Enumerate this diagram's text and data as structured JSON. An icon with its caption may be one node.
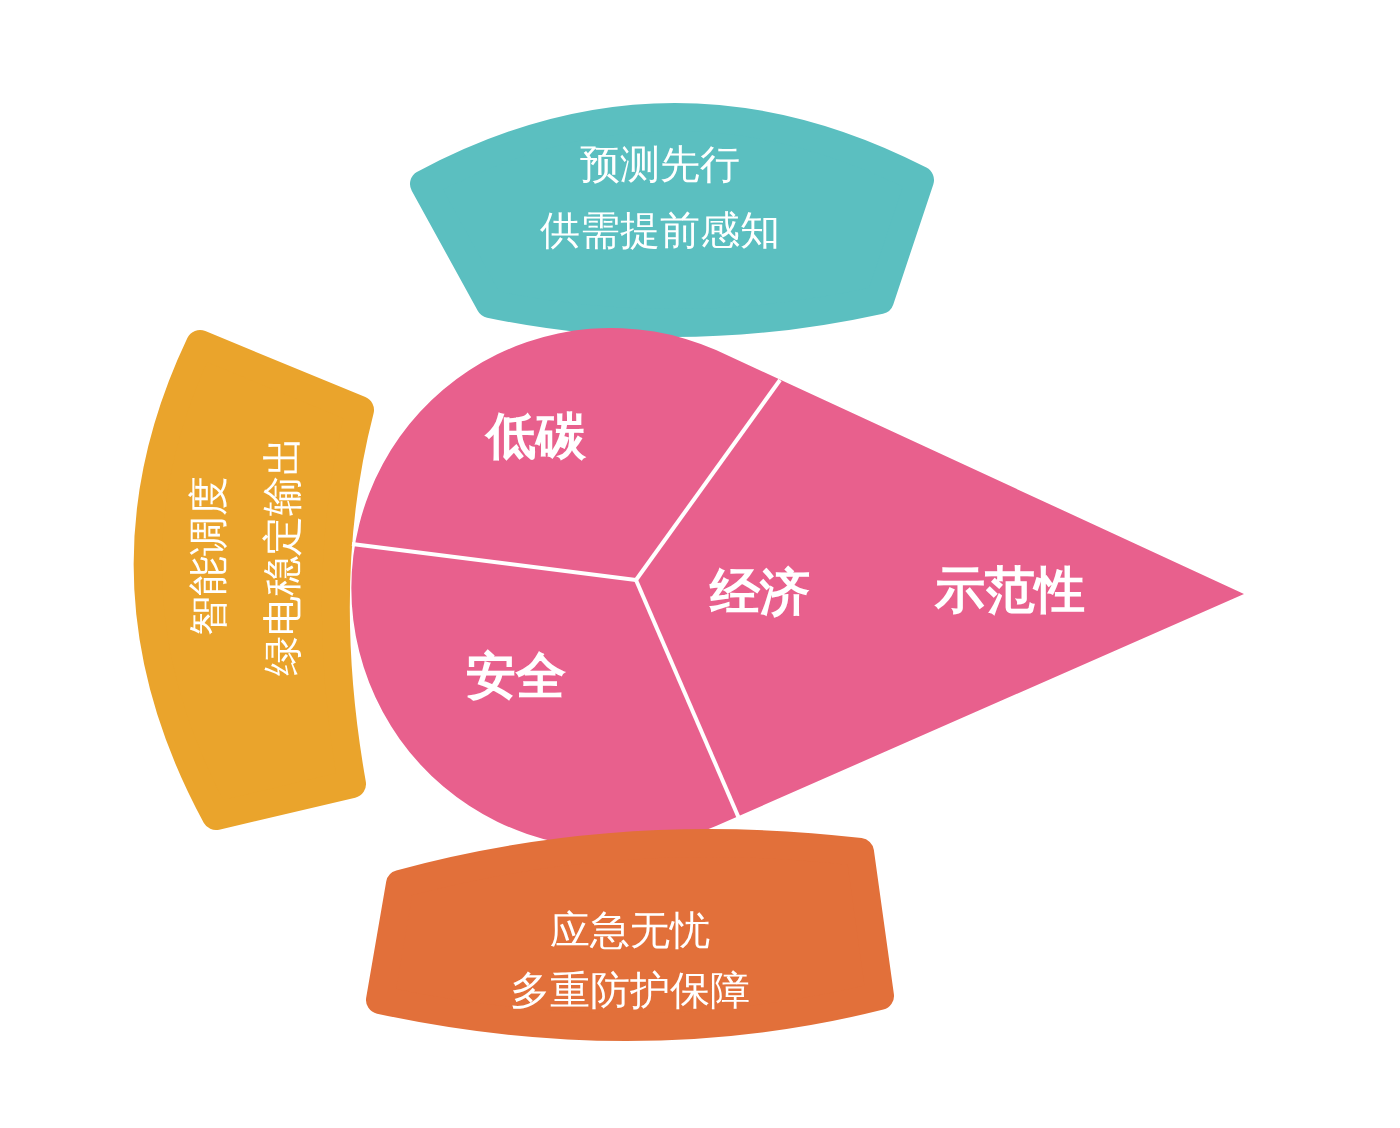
{
  "diagram": {
    "nodes": [
      {
        "text": [
          "预测先行",
          "供需提前感知"
        ]
      },
      {
        "text": [
          "智能调度",
          "绿电稳定输出"
        ]
      },
      {
        "text": [
          "低碳"
        ]
      },
      {
        "text": [
          "安全"
        ]
      },
      {
        "text": [
          "经济",
          "示范性"
        ]
      },
      {
        "text": [
          "应急无忧",
          "多重防护保障"
        ]
      }
    ]
  }
}
